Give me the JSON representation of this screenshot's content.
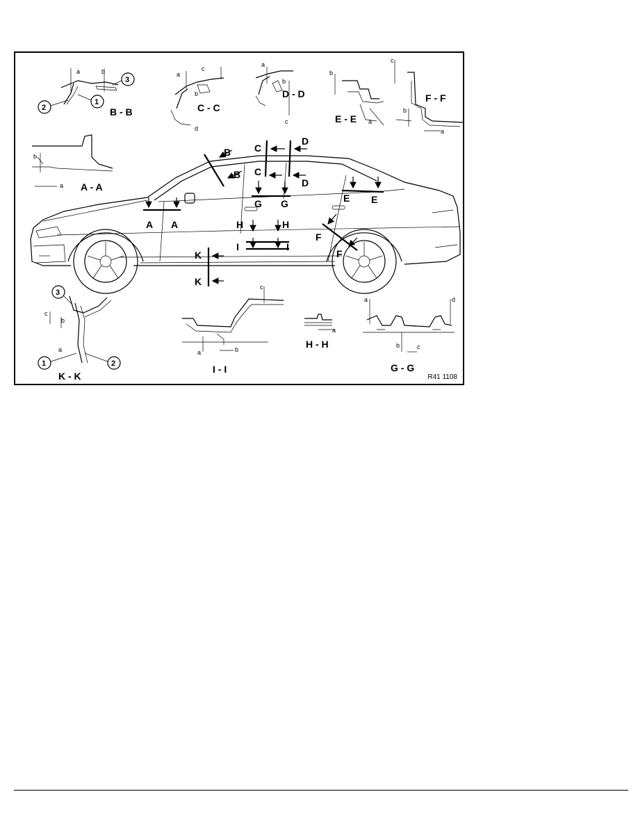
{
  "figure": {
    "reference": "R41 1108",
    "section_labels": {
      "aa": "A - A",
      "bb": "B - B",
      "cc": "C - C",
      "dd": "D - D",
      "ee": "E - E",
      "ff": "F - F",
      "gg": "G - G",
      "hh": "H - H",
      "ii": "I - I",
      "kk": "K - K"
    },
    "cut_letters": {
      "a": "A",
      "b": "B",
      "c": "C",
      "d": "D",
      "e": "E",
      "f": "F",
      "g": "G",
      "h": "H",
      "i": "I",
      "k": "K"
    },
    "dimension_letters": {
      "a": "a",
      "b": "b",
      "c": "c",
      "d": "d"
    },
    "callouts": {
      "one": "1",
      "two": "2",
      "three": "3"
    }
  }
}
